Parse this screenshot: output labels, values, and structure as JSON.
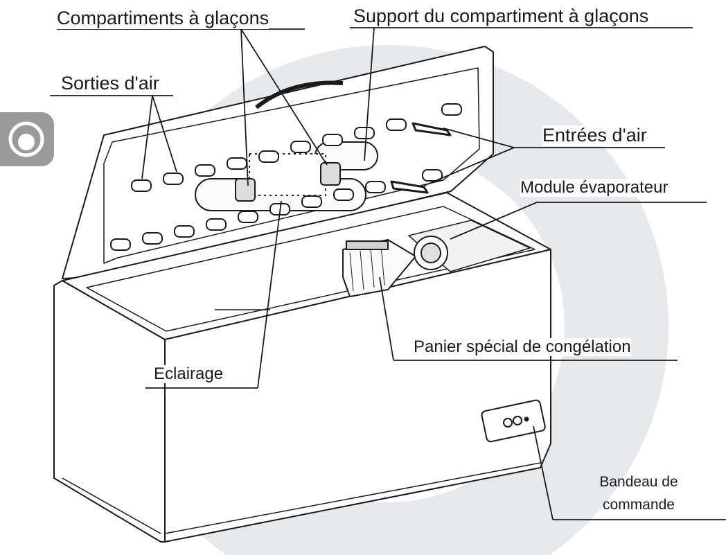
{
  "labels": {
    "ice_compartments": "Compartiments à glaçons",
    "ice_support": "Support du compartiment à glaçons",
    "air_outlets": "Sorties d'air",
    "air_inlets": "Entrées d'air",
    "evaporator": "Module évaporateur",
    "basket": "Panier spécial de congélation",
    "lighting": "Eclairage",
    "control_panel_line1": "Bandeau de",
    "control_panel_line2": "commande"
  },
  "colors": {
    "background": "#ffffff",
    "watermark": "#e6e8ec",
    "tab": "#9a9a9a",
    "line": "#1a1a1a"
  }
}
